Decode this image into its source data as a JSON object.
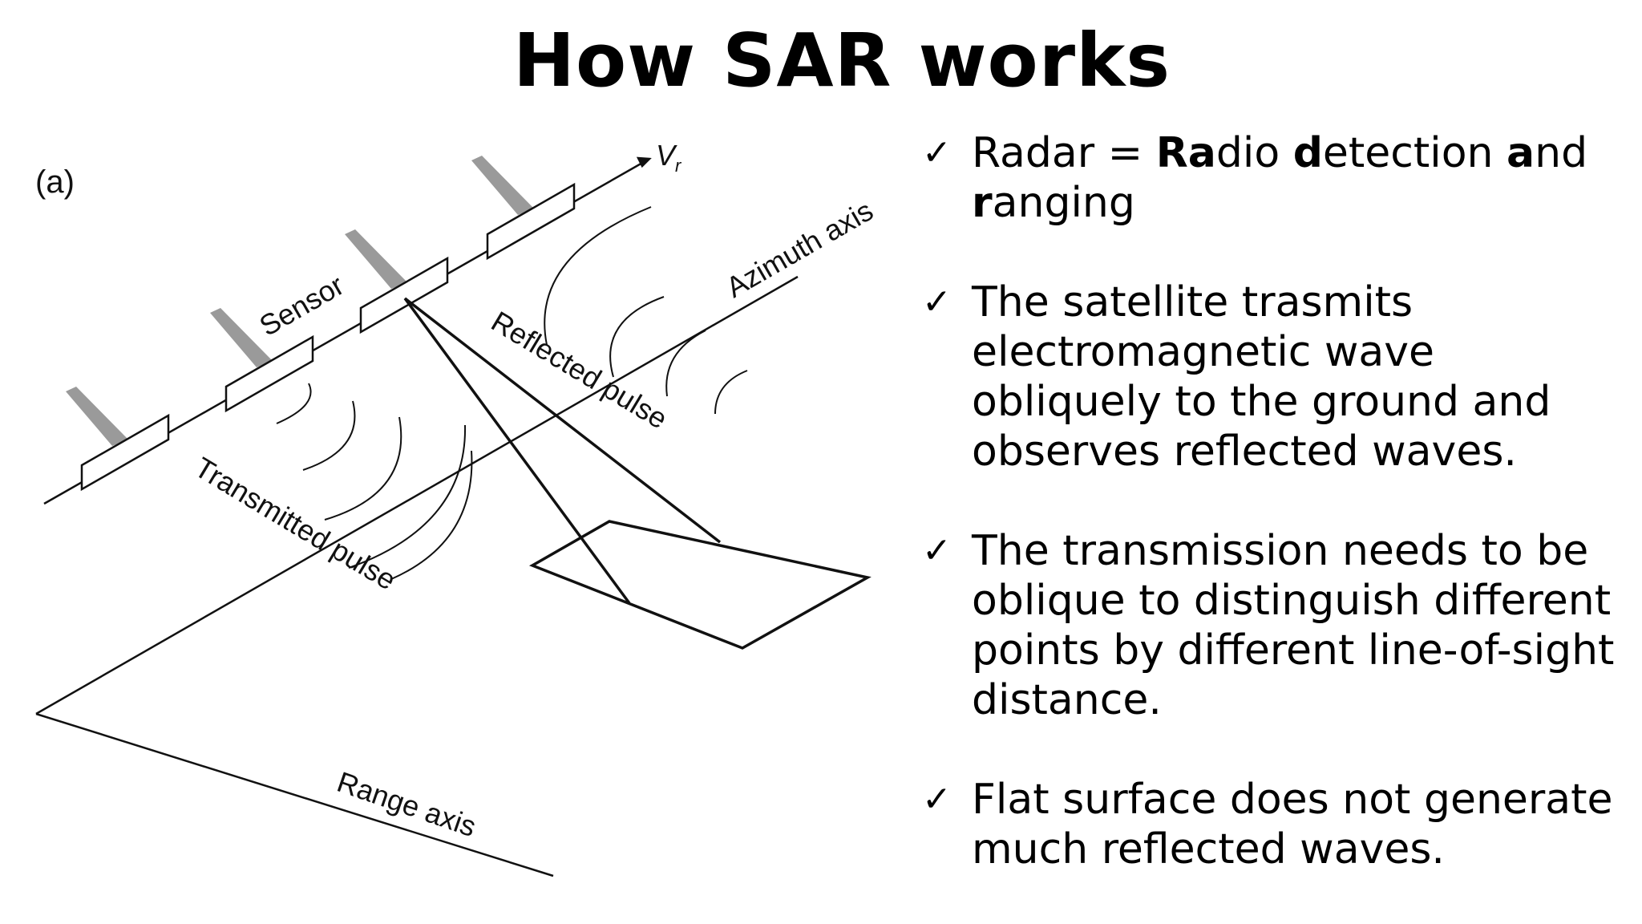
{
  "slide": {
    "title": "How SAR works"
  },
  "diagram": {
    "panel_label": "(a)",
    "velocity_label": "V",
    "velocity_subscript": "r",
    "sensor_label": "Sensor",
    "azimuth_label": "Azimuth axis",
    "reflected_label": "Reflected pulse",
    "transmitted_label": "Transmitted pulse",
    "range_label": "Range axis"
  },
  "bullets": {
    "check_glyph": "✓",
    "b1": {
      "p1": "Ra",
      "p2": "dio ",
      "p3": "d",
      "p4": "etection ",
      "p5": "a",
      "p6": "nd ",
      "p7": "r",
      "p8": "anging"
    },
    "b2": "The satellite trasmits electromagnetic wave obliquely to the ground and observes reflected waves.",
    "b3": "The transmission needs to be oblique to distinguish different points by different line-of-sight distance.",
    "b4": "Flat surface does not generate much reflected waves."
  },
  "b1_prefix": "Radar = ",
  "icons": [
    "check-icon",
    "satellite-antenna-icon"
  ],
  "colors": {
    "line": "#111111",
    "antenna_beam": "#9a9a9a",
    "text": "#000000"
  }
}
